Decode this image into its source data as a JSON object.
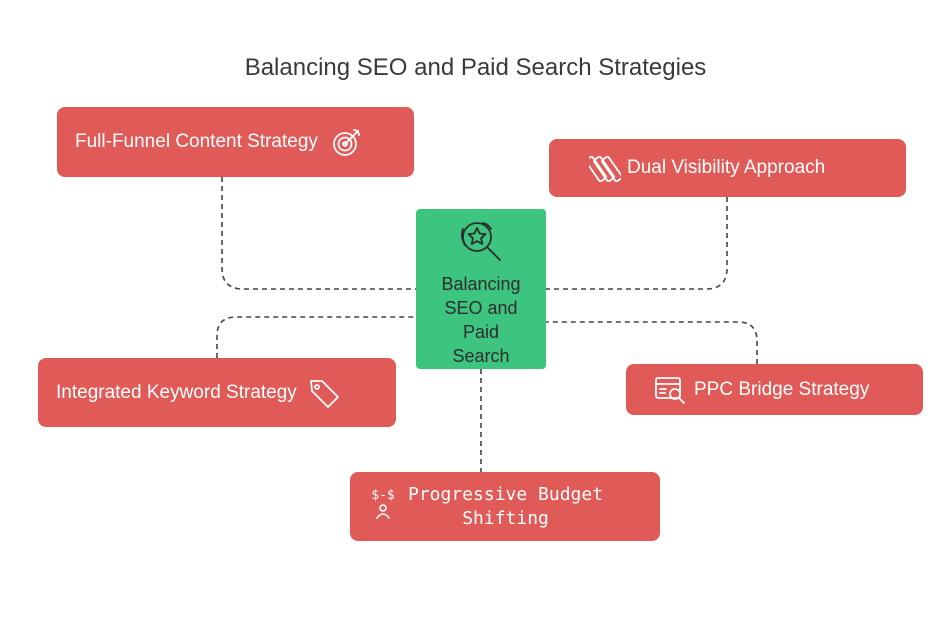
{
  "title": "Balancing SEO and Paid Search Strategies",
  "center": {
    "label_lines": [
      "Balancing",
      "SEO and",
      "Paid",
      "Search"
    ],
    "icon": "star-magnifier-icon"
  },
  "nodes": {
    "full_funnel": {
      "label": "Full-Funnel Content Strategy",
      "icon": "target-arrow-icon"
    },
    "dual_visibility": {
      "label": "Dual Visibility Approach",
      "icon": "bars-stack-icon"
    },
    "integrated_keyword": {
      "label": "Integrated Keyword Strategy",
      "icon": "tag-icon"
    },
    "ppc_bridge": {
      "label": "PPC Bridge Strategy",
      "icon": "browser-search-icon"
    },
    "progressive_budget": {
      "label_lines": [
        "Progressive Budget",
        "Shifting"
      ],
      "icon": "budget-person-icon",
      "icon_text": "$-$"
    }
  },
  "colors": {
    "node": "#e05a57",
    "center": "#3dc47e",
    "connector": "#444444"
  }
}
